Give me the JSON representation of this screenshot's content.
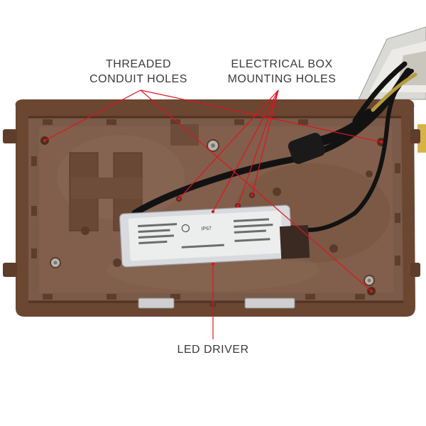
{
  "labels": {
    "conduit_line1": "THREADED",
    "conduit_line2": "CONDUIT HOLES",
    "mount_line1": "ELECTRICAL BOX",
    "mount_line2": "MOUNTING HOLES",
    "driver": "LED DRIVER"
  },
  "driver_printed_marking": "IP67",
  "colors": {
    "housing": "#6b4631",
    "housing_inner": "#7a5a48",
    "driver_body": "#e9eaec",
    "cable": "#121212",
    "leader": "#e0141e",
    "label_text": "#3a3a3a"
  }
}
